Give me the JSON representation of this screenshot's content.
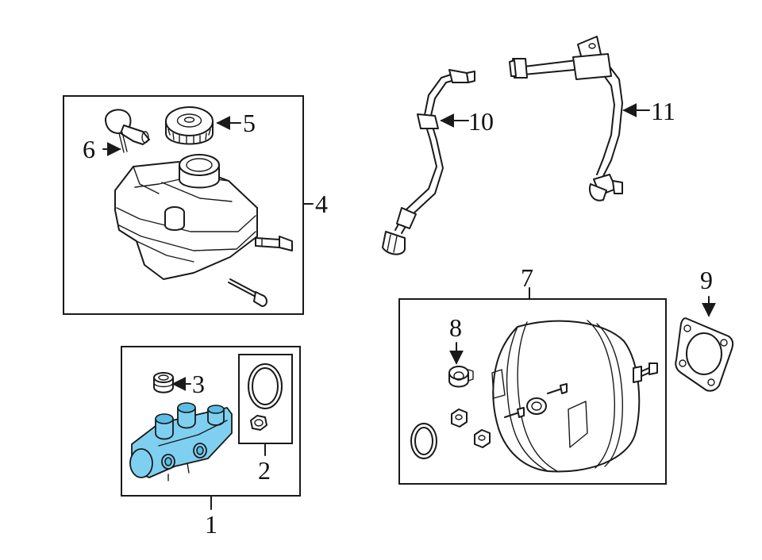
{
  "callouts": {
    "c1": "1",
    "c2": "2",
    "c3": "3",
    "c4": "4",
    "c5": "5",
    "c6": "6",
    "c7": "7",
    "c8": "8",
    "c9": "9",
    "c10": "10",
    "c11": "11"
  },
  "colors": {
    "highlight": "#7fd0f0",
    "line": "#1a1a1a"
  },
  "highlighted_part": "1"
}
